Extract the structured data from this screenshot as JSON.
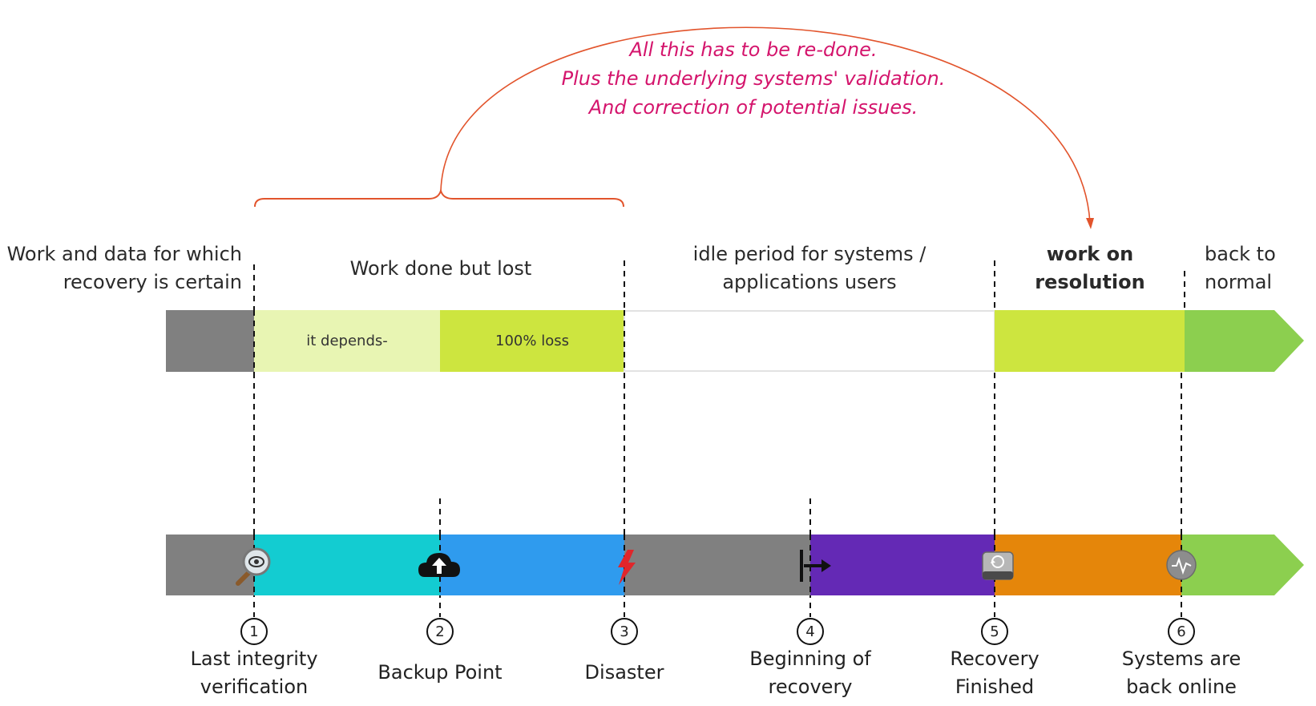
{
  "annotation": {
    "lines": [
      "All this has to be re-done.",
      "Plus the underlying systems' validation.",
      "And correction of potential issues."
    ]
  },
  "top_labels": {
    "certain_line1": "Work and data for which",
    "certain_line2": "recovery is certain",
    "lost": "Work done but lost",
    "idle_line1": "idle period for systems /",
    "idle_line2": "applications users",
    "resolution_line1": "work on",
    "resolution_line2": "resolution",
    "normal_line1": "back to",
    "normal_line2": "normal"
  },
  "top_bar": {
    "segments": {
      "it_depends": "it depends-",
      "full_loss": "100% loss"
    }
  },
  "milestones": [
    {
      "num": "1",
      "line1": "Last integrity",
      "line2": "verification"
    },
    {
      "num": "2",
      "line1": "Backup Point",
      "line2": ""
    },
    {
      "num": "3",
      "line1": "Disaster",
      "line2": ""
    },
    {
      "num": "4",
      "line1": "Beginning of",
      "line2": "recovery"
    },
    {
      "num": "5",
      "line1": "Recovery",
      "line2": "Finished"
    },
    {
      "num": "6",
      "line1": "Systems are",
      "line2": "back online"
    }
  ],
  "icons": {
    "m1": "magnifier-eye-icon",
    "m2": "cloud-upload-icon",
    "m3": "lightning-bolt-icon",
    "m4": "step-out-arrow-icon",
    "m5": "drive-restore-icon",
    "m6": "activity-pulse-icon"
  },
  "colors": {
    "gray": "#808080",
    "pale_green": "#e8f5b3",
    "lime": "#cde53f",
    "green": "#8ccf4f",
    "cyan": "#13ccd1",
    "blue": "#2f9bee",
    "purple": "#6429b5",
    "orange": "#e5860a",
    "annotation": "#d4146c",
    "bracket": "#e2542c"
  }
}
